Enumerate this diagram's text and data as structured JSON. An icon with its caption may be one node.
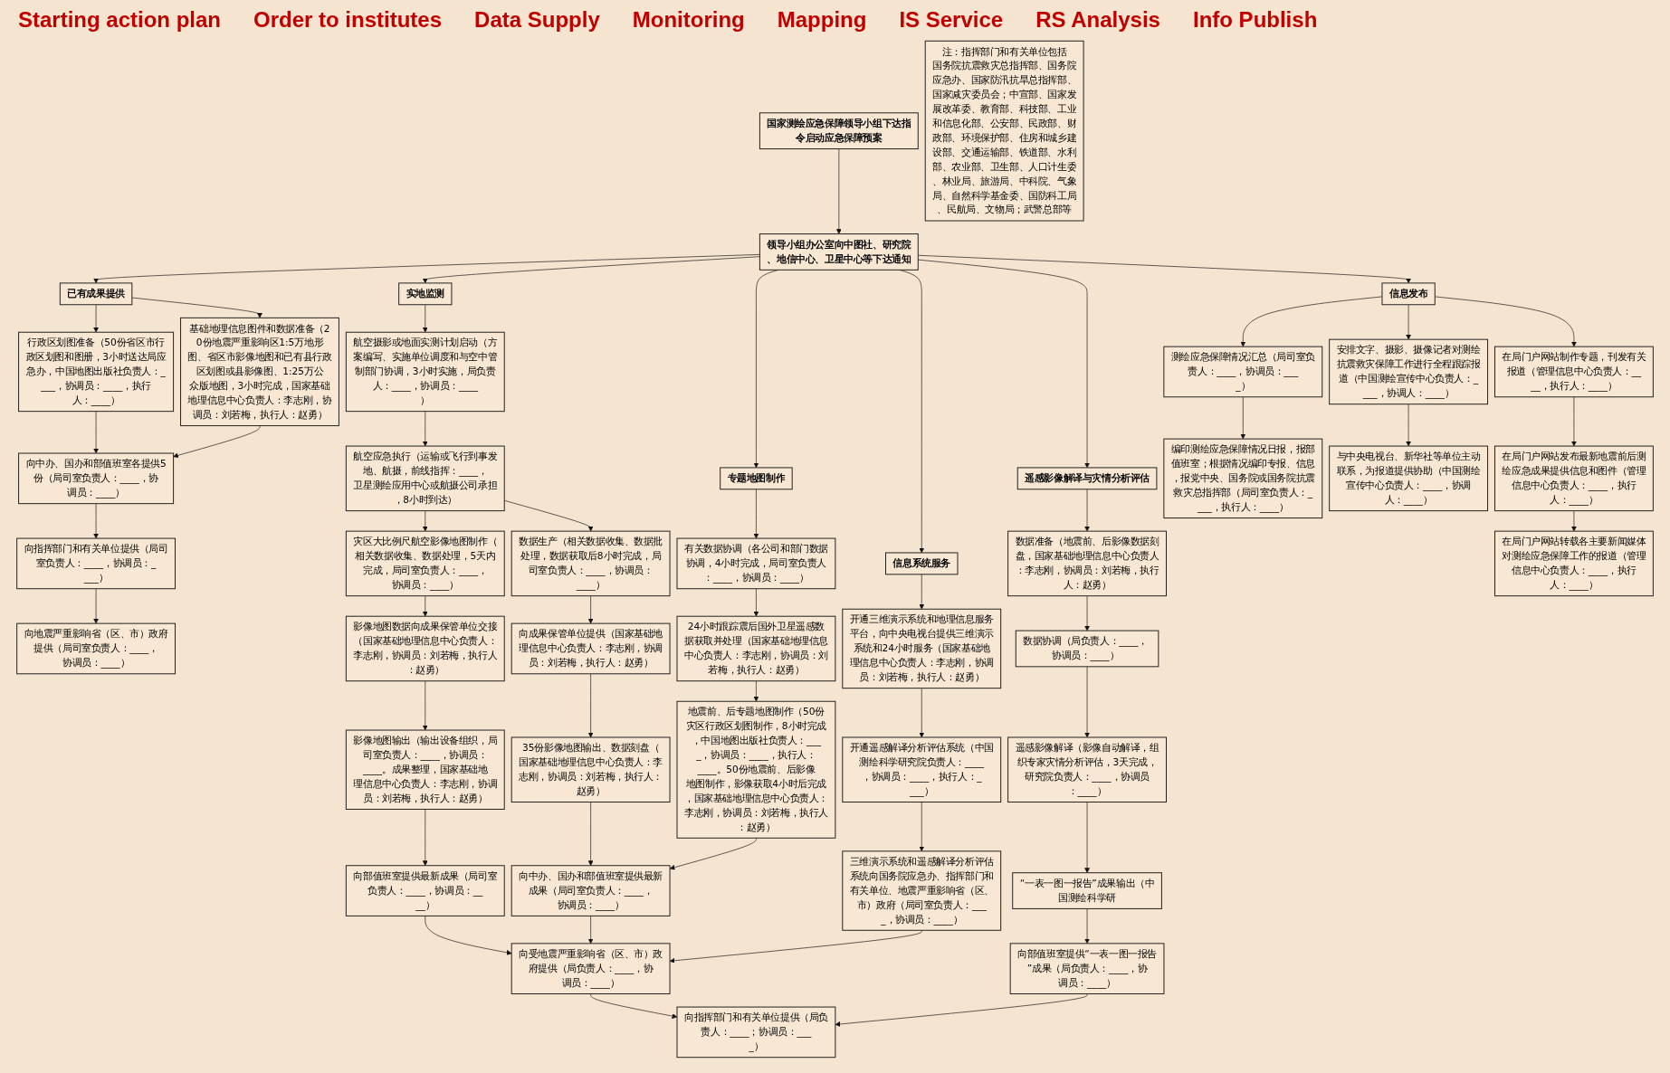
{
  "diagram": {
    "nodes": [
      {
        "text": [
          "国家测绘应急保障领导小组下达指令启动应急保障预案"
        ]
      },
      {
        "text": [
          "领导小组办公室向中图社、研究院、地信中心、卫星中心等下达通知"
        ]
      },
      {
        "text": [
          "已有成果提供"
        ]
      },
      {
        "text": [
          "实地监测"
        ]
      },
      {
        "text": [
          "专题地图制作"
        ]
      },
      {
        "text": [
          "信息系统服务"
        ]
      },
      {
        "text": [
          "遥感影像解译与灾情分析评估"
        ]
      },
      {
        "text": [
          "信息发布"
        ]
      },
      {
        "text": [
          "行政区划图准备（50份省区市行政区划图和图册，3小时送达局应急办，中国地图出版社负责人：____，协调员：____，执行人：____）"
        ]
      },
      {
        "text": [
          "基础地理信息图件和数据准备（20份地震严重影响区1:5万地形图、省区市影像地图和已有县行政区划图或县影像图、1:25万公众版地图，3小时完成，国家基础地理信息中心负责人：李志刚，协调员：刘若梅，执行人：赵勇）"
        ]
      },
      {
        "text": [
          "向中办、国办和部值班室各提供5份（局司室负责人：____，协调员：____）"
        ]
      },
      {
        "text": [
          "向指挥部门和有关单位提供（局司室负责人：____，协调员：____）"
        ]
      },
      {
        "text": [
          "向地震严重影响省（区、市）政府提供（局司室负责人：____，协调员：____）"
        ]
      },
      {
        "text": [
          "注：指挥部门和有关单位包括",
          "国务院抗震救灾总指挥部、国务院应急办、国家防汛抗旱总指挥部、国家减灾委员会；中宣部、国家发展改革委、教育部、科技部、工业和信息化部、公安部、民政部、财政部、环境保护部、住房和城乡建设部、交通运输部、铁道部、水利部、农业部、卫生部、人口计生委、林业局、旅游局、中科院、气象局、自然科学基金委、国防科工局、民航局、文物局；武警总部等"
        ]
      },
      {
        "text": [
          "航空摄影或地面实测计划启动（方案编写、实施单位调度和与空中管制部门协调，3小时实施，局负责人：____，协调员：____）"
        ]
      },
      {
        "text": [
          "航空应急执行（运输或飞行到事发地、航摄，前线指挥：____，卫星测绘应用中心或航摄公司承担，8小时到达）"
        ]
      },
      {
        "text": [
          "灾区大比例尺航空影像地图制作（相关数据收集、数据处理，5天内完成，局司室负责人：____，协调员：____）"
        ]
      },
      {
        "text": [
          "数据生产（相关数据收集、数据批处理，数据获取后8小时完成，局司室负责人：____，协调员：____）"
        ]
      },
      {
        "text": [
          "影像地图数据向成果保管单位交接（国家基础地理信息中心负责人：李志刚，协调员：刘若梅，执行人：赵勇）"
        ]
      },
      {
        "text": [
          "向成果保管单位提供（国家基础地理信息中心负责人：李志刚，协调员：刘若梅，执行人：赵勇）"
        ]
      },
      {
        "text": [
          "影像地图输出（输出设备组织，局司室负责人：____，协调员：____。成果整理，国家基础地理信息中心负责人：李志刚，协调员：刘若梅，执行人：赵勇）"
        ]
      },
      {
        "text": [
          "35份影像地图输出、数据刻盘（国家基础地理信息中心负责人：李志刚，协调员：刘若梅，执行人：赵勇）"
        ]
      },
      {
        "text": [
          "向部值班室提供最新成果（局司室负责人：____，协调员：____）"
        ]
      },
      {
        "text": [
          "向中办、国办和部值班室提供最新成果（局司室负责人：____，协调员：____）"
        ]
      },
      {
        "text": [
          "向受地震严重影响省（区、市）政府提供（局负责人：____，协调员：____）"
        ]
      },
      {
        "text": [
          "向指挥部门和有关单位提供（局负责人：____；协调员：____）"
        ]
      },
      {
        "text": [
          "有关数据协调（各公司和部门数据协调，4小时完成，局司室负责人：____，协调员：____）"
        ]
      },
      {
        "text": [
          "24小时跟踪震后国外卫星遥感数据获取并处理（国家基础地理信息中心负责人：李志刚，协调员：刘若梅，执行人：赵勇）"
        ]
      },
      {
        "text": [
          "地震前、后专题地图制作（50份灾区行政区划图制作，8小时完成，中国地图出版社负责人：____，协调员：____，执行人：____。50份地震前、后影像地图制作，影像获取4小时后完成，国家基础地理信息中心负责人：李志刚，协调员：刘若梅，执行人：赵勇）"
        ]
      },
      {
        "text": [
          "开通三维演示系统和地理信息服务平台，向中央电视台提供三维演示系统和24小时服务（国家基础地理信息中心负责人：李志刚，协调员：刘若梅，执行人：赵勇）"
        ]
      },
      {
        "text": [
          "开通遥感解译分析评估系统（中国测绘科学研究院负责人：____，协调员：____，执行人：____）"
        ]
      },
      {
        "text": [
          "三维演示系统和遥感解译分析评估系统向国务院应急办、指挥部门和有关单位、地震严重影响省（区、市）政府（局司室负责人：____，协调员：____）"
        ]
      },
      {
        "text": [
          "数据准备（地震前、后影像数据刻盘，国家基础地理信息中心负责人：李志刚，协调员：刘若梅，执行人：赵勇）"
        ]
      },
      {
        "text": [
          "数据协调（局负责人：____，协调员：____）"
        ]
      },
      {
        "text": [
          "遥感影像解译（影像自动解译，组织专家灾情分析评估，3天完成，研究院负责人：____，协调员：____）"
        ]
      },
      {
        "text": [
          "“一表一图一报告”成果输出（中国测绘科学研"
        ]
      },
      {
        "text": [
          "向部值班室提供“一表一图一报告”成果（局负责人：____，协调员：____）"
        ]
      },
      {
        "text": [
          "测绘应急保障情况汇总（局司室负责人：____，协调员：____）"
        ]
      },
      {
        "text": [
          "编印测绘应急保障情况日报，报部值班室；根据情况编印专报、信息，报党中央、国务院或国务院抗震救灾总指挥部（局司室负责人：____，执行人：____）"
        ]
      },
      {
        "text": [
          "安排文字、摄影、摄像记者对测绘抗震救灾保障工作进行全程跟踪报道（中国测绘宣传中心负责人：____，协调人：____）"
        ]
      },
      {
        "text": [
          "与中央电视台、新华社等单位主动联系，为报道提供协助（中国测绘宣传中心负责人：____，协调人：____）"
        ]
      },
      {
        "text": [
          "在局门户网站制作专题，刊发有关报道（管理信息中心负责人：____，执行人：____）"
        ]
      },
      {
        "text": [
          "在局门户网站发布最新地震前后测绘应急成果提供信息和图件（管理信息中心负责人：____，执行人：____）"
        ]
      },
      {
        "text": [
          "在局门户网站转载各主要新闻媒体对测绘应急保障工作的报道（管理信息中心负责人：____，执行人：____）"
        ]
      }
    ],
    "edges": [
      {
        "from": 0,
        "to": 1,
        "arrow": "to"
      },
      {
        "from": 1,
        "to": 2,
        "arrow": "to"
      },
      {
        "from": 1,
        "to": 3,
        "arrow": "to"
      },
      {
        "from": 1,
        "to": 4,
        "arrow": "to"
      },
      {
        "from": 1,
        "to": 5,
        "arrow": "to"
      },
      {
        "from": 1,
        "to": 6,
        "arrow": "to"
      },
      {
        "from": 1,
        "to": 7,
        "arrow": "to"
      },
      {
        "from": 2,
        "to": 8,
        "arrow": "to"
      },
      {
        "from": 2,
        "to": 9,
        "arrow": "to"
      },
      {
        "from": 8,
        "to": 10,
        "arrow": "to"
      },
      {
        "from": 9,
        "to": 10,
        "arrow": "to"
      },
      {
        "from": 10,
        "to": 11,
        "arrow": "to"
      },
      {
        "from": 11,
        "to": 12,
        "arrow": "to"
      },
      {
        "from": 3,
        "to": 14,
        "arrow": "to"
      },
      {
        "from": 14,
        "to": 15,
        "arrow": "to"
      },
      {
        "from": 15,
        "to": 16,
        "arrow": "to"
      },
      {
        "from": 15,
        "to": 17,
        "arrow": "to"
      },
      {
        "from": 16,
        "to": 18,
        "arrow": "to"
      },
      {
        "from": 18,
        "to": 20,
        "arrow": "to"
      },
      {
        "from": 20,
        "to": 22,
        "arrow": "to"
      },
      {
        "from": 17,
        "to": 19,
        "arrow": "to"
      },
      {
        "from": 19,
        "to": 21,
        "arrow": "to"
      },
      {
        "from": 21,
        "to": 23,
        "arrow": "to"
      },
      {
        "from": 28,
        "to": 23,
        "arrow": "to"
      },
      {
        "from": 22,
        "to": 24,
        "arrow": "to"
      },
      {
        "from": 23,
        "to": 24,
        "arrow": "to"
      },
      {
        "from": 31,
        "to": 24,
        "arrow": "to"
      },
      {
        "from": 24,
        "to": 25,
        "arrow": "to"
      },
      {
        "from": 36,
        "to": 25,
        "arrow": "to"
      },
      {
        "from": 4,
        "to": 26,
        "arrow": "to"
      },
      {
        "from": 26,
        "to": 27,
        "arrow": "to"
      },
      {
        "from": 27,
        "to": 28,
        "arrow": "to"
      },
      {
        "from": 5,
        "to": 29,
        "arrow": "to"
      },
      {
        "from": 29,
        "to": 30,
        "arrow": "to"
      },
      {
        "from": 30,
        "to": 31,
        "arrow": "to"
      },
      {
        "from": 6,
        "to": 32,
        "arrow": "to"
      },
      {
        "from": 32,
        "to": 33,
        "arrow": "to"
      },
      {
        "from": 33,
        "to": 34,
        "arrow": "to"
      },
      {
        "from": 34,
        "to": 35,
        "arrow": "to"
      },
      {
        "from": 35,
        "to": 36,
        "arrow": "to"
      },
      {
        "from": 7,
        "to": 37,
        "arrow": "to"
      },
      {
        "from": 7,
        "to": 39,
        "arrow": "to"
      },
      {
        "from": 7,
        "to": 41,
        "arrow": "to"
      },
      {
        "from": 37,
        "to": 38,
        "arrow": "to"
      },
      {
        "from": 39,
        "to": 40,
        "arrow": "to"
      },
      {
        "from": 41,
        "to": 42,
        "arrow": "to"
      },
      {
        "from": 42,
        "to": 43,
        "arrow": "to"
      }
    ],
    "labels": [
      "Starting action plan",
      "Order to institutes",
      "Data Supply",
      "Monitoring",
      "Mapping",
      "IS Service",
      "RS Analysis",
      "Info Publish"
    ]
  }
}
